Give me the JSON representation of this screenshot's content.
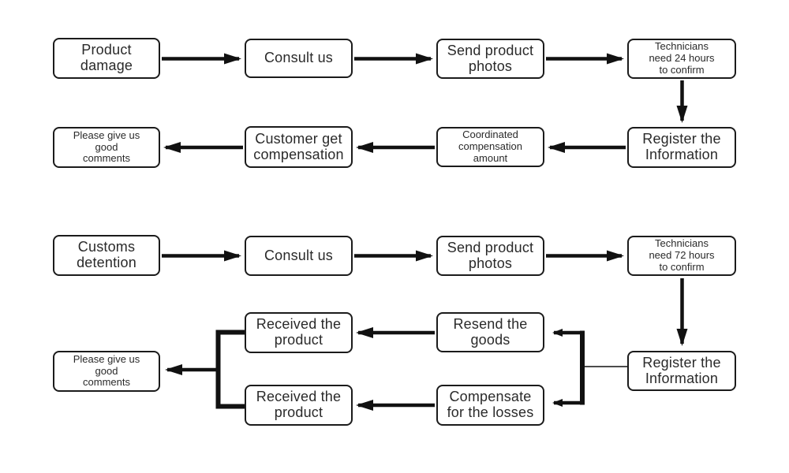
{
  "page": {
    "background": "#ffffff",
    "line_color": "#111111",
    "box_border_color": "#1b1b1b",
    "text_color": "#2a2a2a"
  },
  "flow_product_damage": {
    "title": "product damage claim flow",
    "nodes": {
      "product_damage": "Product\ndamage",
      "consult_us": "Consult us",
      "send_photos": "Send product\nphotos",
      "technicians_24h": "Technicians\nneed 24 hours\nto confirm",
      "register_info": "Register the\nInformation",
      "coordinated_amount": "Coordinated\ncompensation\namount",
      "customer_compensation": "Customer get\ncompensation",
      "good_comments": "Please give us\ngood\ncomments"
    }
  },
  "flow_customs_detention": {
    "title": "customs detention claim flow",
    "nodes": {
      "customs_detention": "Customs\ndetention",
      "consult_us": "Consult us",
      "send_photos": "Send product\nphotos",
      "technicians_72h": "Technicians\nneed 72 hours\nto confirm",
      "register_info": "Register the\nInformation",
      "resend_goods": "Resend the\ngoods",
      "received_product_top": "Received the\nproduct",
      "compensate_losses": "Compensate\nfor the losses",
      "received_product_bottom": "Received the\nproduct",
      "good_comments": "Please give us\ngood\ncomments"
    }
  }
}
